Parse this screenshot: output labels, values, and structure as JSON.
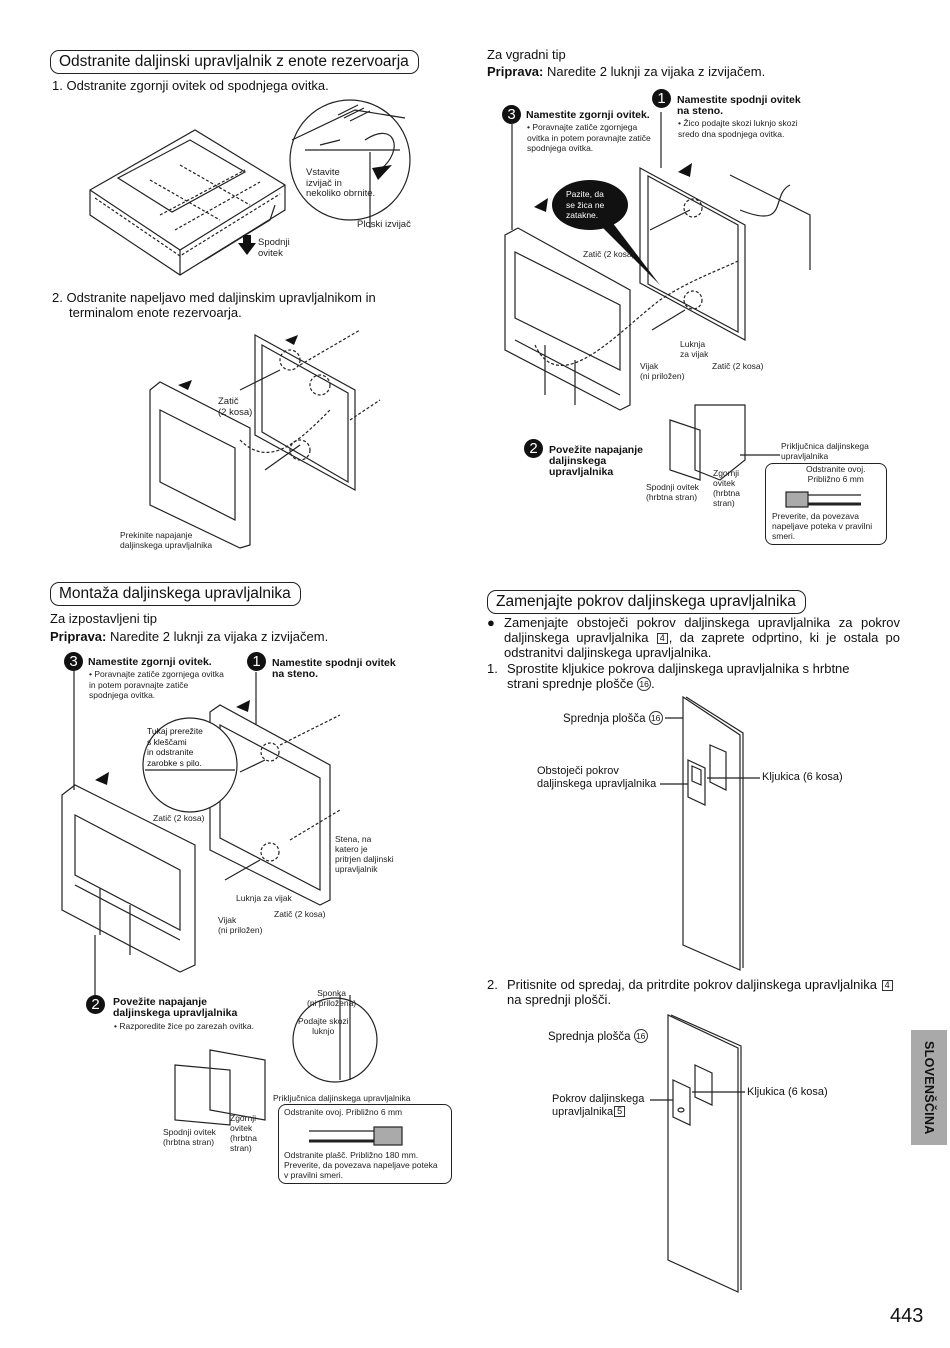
{
  "left_top": {
    "section_title": "Odstranite daljinski upravljalnik z enote rezervoarja",
    "step1": "1.  Odstranite zgornji ovitek od spodnjega ovitka.",
    "fig1_labels": {
      "insert": "Vstavite\nizvijač in\nnekoliko obrnite.",
      "flat_screwdriver": "Ploski izvijač",
      "lower_cover": "Spodnji\novitek"
    },
    "step2_line1": "2.  Odstranite napeljavo med daljinskim upravljalnikom in",
    "step2_line2": "terminalom enote rezervoarja.",
    "fig2_labels": {
      "latch": "Zatič\n(2 kosa)",
      "disconnect": "Prekinite napajanje\ndaljinskega upravljalnika"
    }
  },
  "right_top": {
    "type_label": "Za vgradni tip",
    "prep_bold": "Priprava:",
    "prep_text": " Naredite 2 luknji za vijaka z izvijačem.",
    "step3": {
      "num": "3",
      "head": "Namestite zgornji ovitek.",
      "note": "• Poravnajte zatiče zgornjega ovitka in potem poravnajte zatiče spodnjega ovitka."
    },
    "step1": {
      "num": "1",
      "head": "Namestite spodnji ovitek\nna steno.",
      "note": "• Žico podajte skozi luknjo skozi sredo dna spodnjega ovitka."
    },
    "balloon": "Pazite, da\nse žica ne\nzatakne.",
    "labels": {
      "latch_top": "Zatič (2 kosa)",
      "screw_hole": "Luknja\nza vijak",
      "screw": "Vijak\n(ni priložen)",
      "latch_bottom": "Zatič (2 kosa)"
    },
    "step2": {
      "num": "2",
      "head": "Povežite napajanje\ndaljinskega\nupravljalnika"
    },
    "connect_labels": {
      "lower_cover_back": "Spodnji ovitek\n(hrbtna stran)",
      "upper_cover_back": "Zgornji\novitek\n(hrbtna\nstran)",
      "terminal": "Priključnica daljinskega\nupravljalnika",
      "strip": "Odstranite ovoj.\nPribližno 6 mm",
      "verify": "Preverite, da povezava\nnapeljave poteka v pravilni\nsmeri."
    }
  },
  "left_bottom": {
    "section_title": "Montaža daljinskega upravljalnika",
    "type_label": "Za izpostavljeni tip",
    "prep_bold": "Priprava:",
    "prep_text": " Naredite 2 luknji za vijaka z izvijačem.",
    "step3": {
      "num": "3",
      "head": "Namestite zgornji ovitek.",
      "note": "• Poravnajte zatiče zgornjega ovitka in potem poravnajte zatiče spodnjega ovitka."
    },
    "step1": {
      "num": "1",
      "head": "Namestite spodnji ovitek\nna steno."
    },
    "cut_note": "Tukaj prerežite\ns kleščami\nin odstranite\nzarobke s pilo.",
    "labels": {
      "latch_top": "Zatič (2 kosa)",
      "wall": "Stena, na\nkatero je\npritrjen daljinski\nupravljalnik",
      "screw_hole": "Luknja za vijak",
      "latch_bottom": "Zatič (2 kosa)",
      "screw": "Vijak\n(ni priložen)"
    },
    "step2": {
      "num": "2",
      "head": "Povežite napajanje\ndaljinskega upravljalnika",
      "note": "• Razporedite žice po zarezah ovitka."
    },
    "zoom_labels": {
      "clip": "Sponka\n(ni priložena)",
      "pass": "Podajte skozi\nluknjo"
    },
    "connect_labels": {
      "terminal": "Priključnica daljinskega upravljalnika",
      "lower_cover_back": "Spodnji ovitek\n(hrbtna stran)",
      "upper_cover_back": "Zgornji\novitek\n(hrbtna\nstran)",
      "strip": "Odstranite ovoj. Približno 6 mm",
      "sheath": "Odstranite plašč. Približno 180 mm.",
      "verify": "Preverite, da povezava napeljave poteka\nv pravilni smeri."
    }
  },
  "right_bottom": {
    "section_title": "Zamenjajte pokrov daljinskega upravljalnika",
    "bullet_a": "Zamenjajte obstoječi pokrov daljinskega upravljalnika za pokrov daljinskega upravljalnika ",
    "bullet_ref": "4",
    "bullet_b": ", da zaprete odprtino, ki je ostala po odstranitvi daljinskega upravljalnika.",
    "step1_a": "Sprostite kljukice pokrova daljinskega upravljalnika s hrbtne strani sprednje plošče ",
    "step1_ref": "16",
    "step1_b": ".",
    "fig1_labels": {
      "front_panel": "Sprednja plošča",
      "front_panel_ref": "16",
      "existing_cover": "Obstoječi pokrov\ndaljinskega upravljalnika",
      "hook": "Kljukica (6 kosa)"
    },
    "step2_a": "Pritisnite od spredaj, da pritrdite pokrov daljinskega upravljalnika ",
    "step2_ref": "4",
    "step2_b": " na sprednji plošči.",
    "fig2_labels": {
      "front_panel": "Sprednja plošča",
      "front_panel_ref": "16",
      "cover": "Pokrov daljinskega\nupravljalnika",
      "cover_ref": "5",
      "hook": "Kljukica (6 kosa)"
    }
  },
  "side_tab": "SLOVENŠČINA",
  "page_number": "443"
}
